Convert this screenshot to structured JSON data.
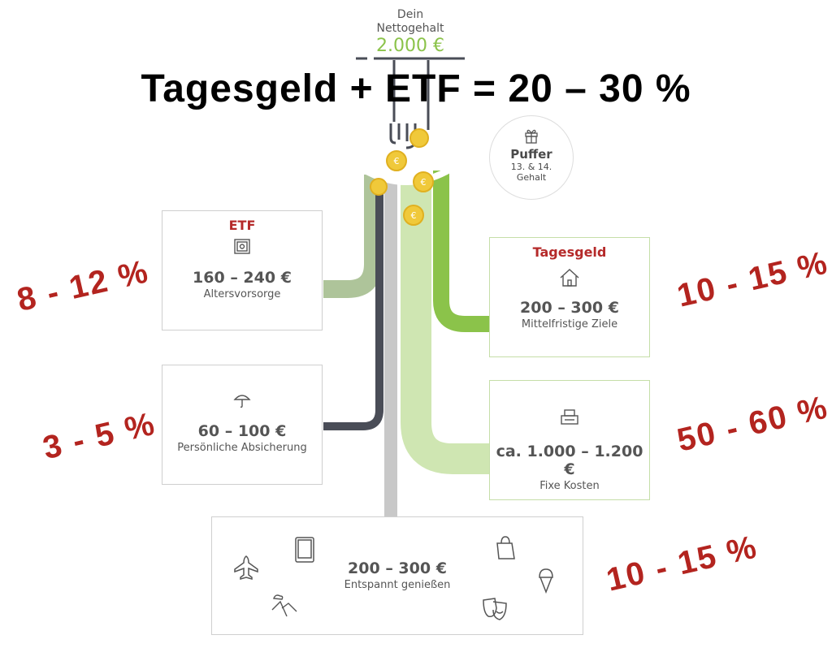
{
  "header": {
    "label_line1": "Dein",
    "label_line2": "Nettogehalt",
    "salary": "2.000 €"
  },
  "title": "Tagesgeld + ETF = 20 – 30 %",
  "buffer": {
    "title": "Puffer",
    "line1": "13. & 14.",
    "line2": "Gehalt",
    "icon": "gift-icon"
  },
  "boxes": {
    "etf": {
      "category": "ETF",
      "amount": "160 – 240 €",
      "label": "Altersvorsorge",
      "icon": "safe-icon",
      "percent": "8 - 12 %"
    },
    "insurance": {
      "amount": "60 – 100 €",
      "label": "Persönliche Absicherung",
      "icon": "umbrella-icon",
      "percent": "3 - 5 %"
    },
    "savings": {
      "category": "Tagesgeld",
      "amount": "200 – 300 €",
      "label": "Mittelfristige Ziele",
      "icon": "house-icon",
      "percent": "10 - 15 %"
    },
    "fixed": {
      "amount": "ca. 1.000 – 1.200 €",
      "label": "Fixe Kosten",
      "icon": "printer-icon",
      "percent": "50 - 60 %"
    },
    "enjoy": {
      "amount": "200 – 300 €",
      "label": "Entspannt genießen",
      "percent": "10 - 15 %"
    }
  },
  "colors": {
    "etf_pipe": "#aec49a",
    "insurance_pipe": "#4a4d57",
    "enjoy_pipe": "#c8c8c8",
    "fixed_pipe": "#cfe6b2",
    "savings_pipe": "#8bc34a",
    "accent_red": "#b3241f",
    "salary_green": "#8bc34a"
  }
}
